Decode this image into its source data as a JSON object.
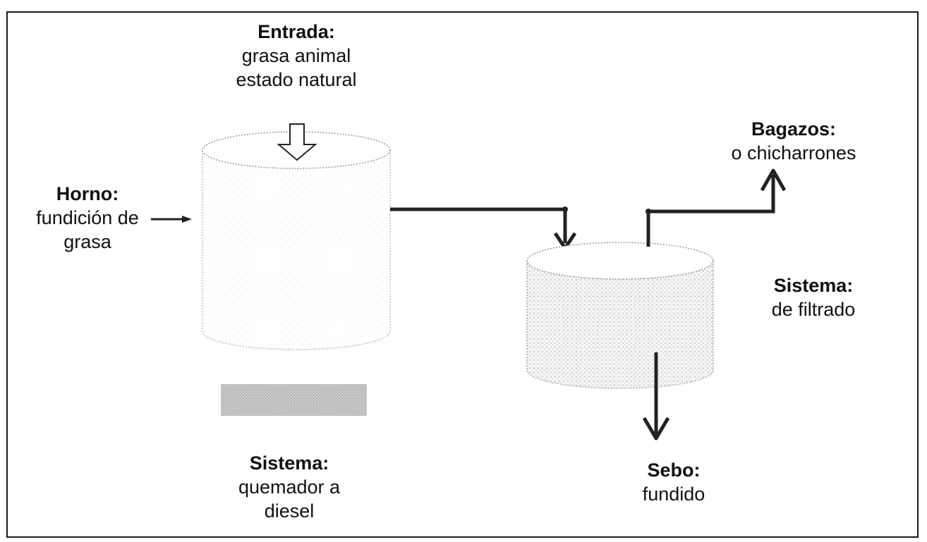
{
  "entrada": {
    "title": "Entrada:",
    "lines": [
      "grasa animal",
      "estado natural"
    ]
  },
  "horno": {
    "title": "Horno:",
    "lines": [
      "fundición de",
      "grasa"
    ]
  },
  "bagazos": {
    "title": "Bagazos:",
    "lines": [
      "o chicharrones"
    ]
  },
  "sistema_filtrado": {
    "title": "Sistema:",
    "lines": [
      "de filtrado"
    ]
  },
  "sistema_quemador": {
    "title": "Sistema:",
    "lines": [
      "quemador a",
      "diesel"
    ]
  },
  "sebo": {
    "title": "Sebo:",
    "lines": [
      "fundido"
    ]
  }
}
